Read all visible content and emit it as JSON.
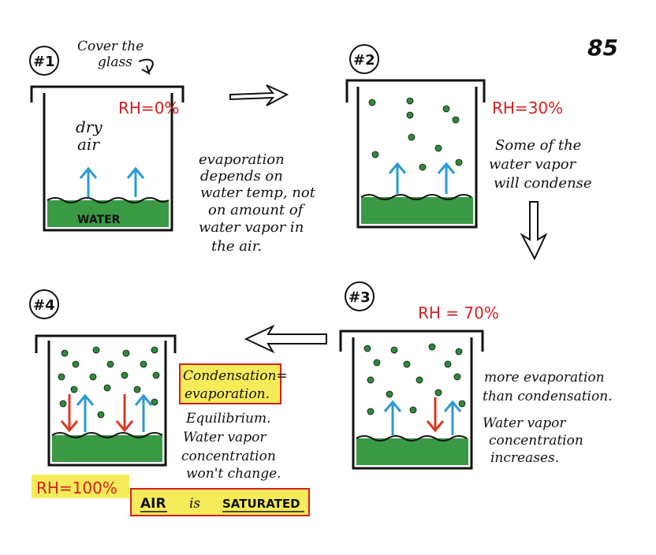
{
  "page_number": "85",
  "colors": {
    "ink": "#111111",
    "rh": "#d42020",
    "water": "#3a9a44",
    "vapor": "#2f8a3a",
    "up_arrow": "#2a9ad4",
    "down_arrow": "#d83a22",
    "highlight": "#f6ec5a"
  },
  "panel1": {
    "label": "#1",
    "caption_line1": "Cover the",
    "caption_line2": "glass",
    "rh": "RH=0%",
    "dry_line1": "dry",
    "dry_line2": "air",
    "water_label": "WATER",
    "note": [
      "evaporation",
      "depends on",
      "water temp, not",
      "on amount of",
      "water vapor in",
      "the air."
    ]
  },
  "panel2": {
    "label": "#2",
    "rh": "RH=30%",
    "note": [
      "Some of the",
      "water vapor",
      "will condense"
    ]
  },
  "panel3": {
    "label": "#3",
    "rh": "RH = 70%",
    "note": [
      "more evaporation",
      "than condensation.",
      "Water vapor",
      "concentration",
      "increases."
    ]
  },
  "panel4": {
    "label": "#4",
    "rh": "RH=100%",
    "box_line1": "Condensation=",
    "box_line2": "evaporation.",
    "note": [
      "Equilibrium.",
      "Water vapor",
      "concentration",
      "won't change."
    ],
    "saturated_a": "AIR",
    "saturated_b": "is",
    "saturated_c": "SATURATED"
  }
}
